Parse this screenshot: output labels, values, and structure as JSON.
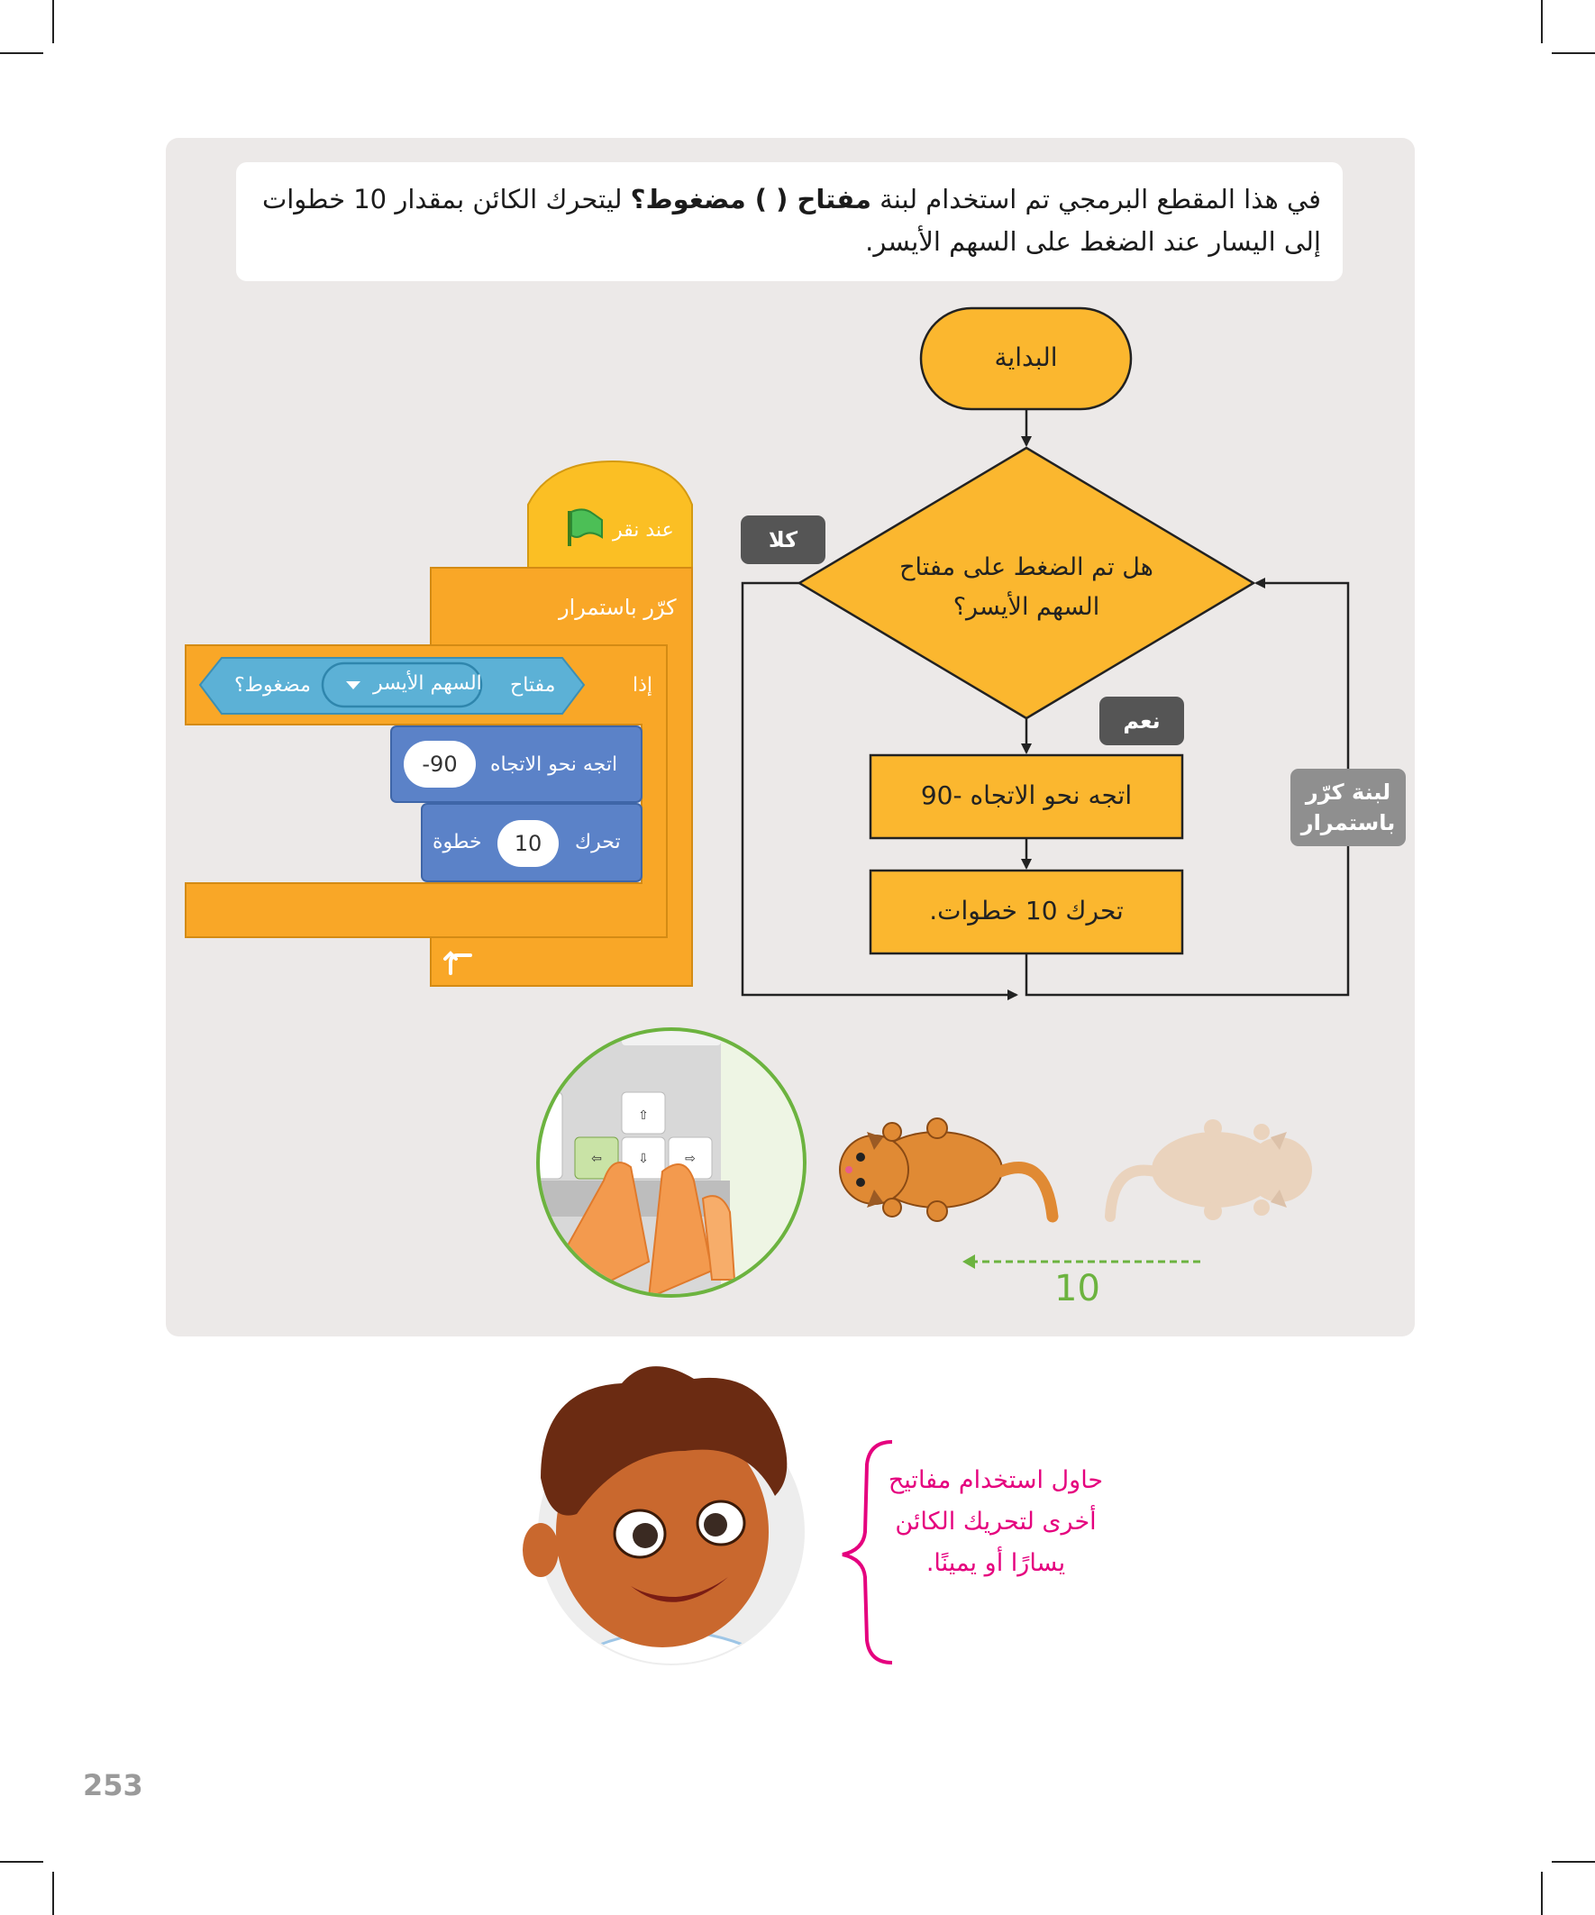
{
  "intro": {
    "part1": "في هذا المقطع البرمجي تم استخدام لبنة ",
    "bold": "مفتاح ( ) مضغوط؟",
    "part2": " ليتحرك الكائن بمقدار 10 خطوات إلى اليسار عند الضغط على السهم الأيسر."
  },
  "flowchart": {
    "start": "البداية",
    "decision": "هل تم الضغط على مفتاح السهم الأيسر؟",
    "no_label": "كلا",
    "yes_label": "نعم",
    "step1": "اتجه نحو الاتجاه -90",
    "step2": "تحرك 10 خطوات.",
    "loop_label": "لبنة كرّر باستمرار"
  },
  "scratch": {
    "hat": "عند نقر",
    "forever": "كرّر باستمرار",
    "if": "إذا",
    "key_word": "مفتاح",
    "key_value": "السهم الأيسر",
    "pressed": "مضغوط؟",
    "point_label": "اتجه نحو الاتجاه",
    "point_value": "-90",
    "move_label": "تحرك",
    "move_value": "10",
    "move_unit": "خطوة"
  },
  "steps_value": "10",
  "tip": "حاول استخدام مفاتيح أخرى لتحريك الكائن يسارًا أو يمينًا.",
  "page_number": "253",
  "colors": {
    "panel": "#ece9e8",
    "flow_box": "#fbb72f",
    "control": "#f9a727",
    "motion": "#5b82c8",
    "sensing": "#5cb1d6",
    "tag_dark": "#555555",
    "tag_gray": "#8f8f8f",
    "green": "#6cb33f",
    "pink": "#e5007e"
  }
}
